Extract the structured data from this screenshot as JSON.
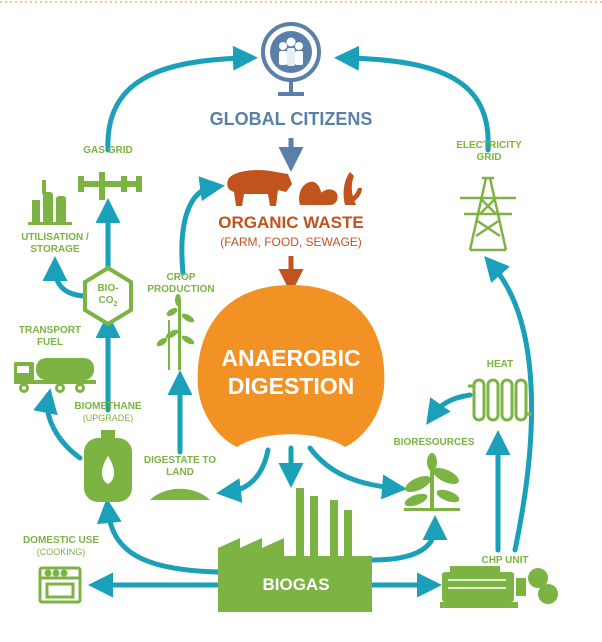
{
  "colors": {
    "green": "#7cb342",
    "teal": "#1aa0b8",
    "orange": "#f39224",
    "rust": "#c1531d",
    "blue": "#5a7fa8",
    "white": "#ffffff"
  },
  "labels": {
    "global_citizens": "GLOBAL CITIZENS",
    "organic_waste": "ORGANIC WASTE",
    "organic_waste_sub": "(FARM, FOOD, SEWAGE)",
    "anaerobic_1": "ANAEROBIC",
    "anaerobic_2": "DIGESTION",
    "gas_grid": "GAS GRID",
    "electricity_grid_1": "ELECTRICITY",
    "electricity_grid_2": "GRID",
    "utilisation_1": "UTILISATION /",
    "utilisation_2": "STORAGE",
    "bio_co2_1": "BIO-",
    "bio_co2_2": "CO",
    "bio_co2_sub": "2",
    "crop_1": "CROP",
    "crop_2": "PRODUCTION",
    "transport_1": "TRANSPORT",
    "transport_2": "FUEL",
    "heat": "HEAT",
    "biomethane": "BIOMETHANE",
    "biomethane_sub": "(UPGRADE)",
    "bioresources": "BIORESOURCES",
    "digestate_1": "DIGESTATE TO",
    "digestate_2": "LAND",
    "domestic": "DOMESTIC USE",
    "domestic_sub": "(COOKING)",
    "chp": "CHP UNIT",
    "biogas": "BIOGAS"
  },
  "icons": [
    "globe-people-icon",
    "cow-icon",
    "eggshell-icon",
    "banana-peel-icon",
    "gas-pipe-icon",
    "storage-tanks-icon",
    "pylon-icon",
    "hexagon-icon",
    "plant-icon",
    "tanker-truck-icon",
    "radiator-icon",
    "gas-cylinder-icon",
    "seedling-icon",
    "soil-mound-icon",
    "stove-icon",
    "factory-icon",
    "engine-icon"
  ]
}
